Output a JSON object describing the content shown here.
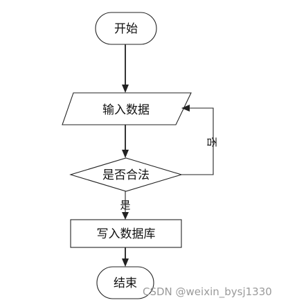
{
  "nodes": {
    "start": {
      "label": "开始"
    },
    "input": {
      "label": "输入数据"
    },
    "decision": {
      "label": "是否合法"
    },
    "write": {
      "label": "写入数据库"
    },
    "end": {
      "label": "结束"
    }
  },
  "edges": {
    "decision_no": {
      "label": "否"
    },
    "decision_yes": {
      "label": "是"
    }
  },
  "watermark": {
    "text": "CSDN @weixin_bysj1330"
  }
}
